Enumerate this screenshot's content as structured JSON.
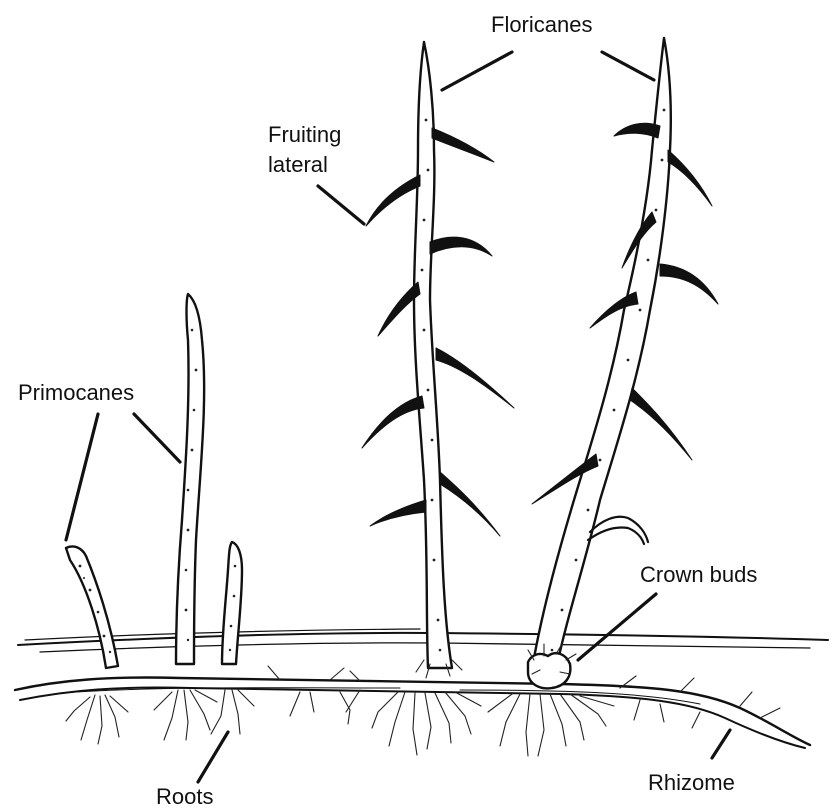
{
  "labels": {
    "floricanes": "Floricanes",
    "fruiting_lateral_line1": "Fruiting",
    "fruiting_lateral_line2": "lateral",
    "primocanes": "Primocanes",
    "crown_buds": "Crown buds",
    "roots": "Roots",
    "rhizome": "Rhizome"
  }
}
